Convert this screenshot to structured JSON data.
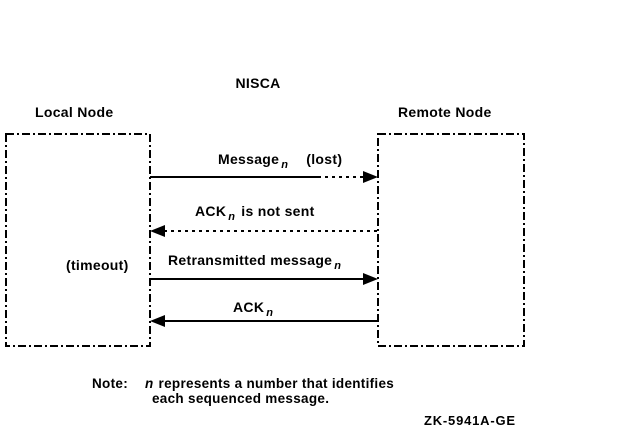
{
  "figure": {
    "title": "NISCA",
    "nodes": {
      "local": "Local Node",
      "remote": "Remote Node"
    },
    "timeout_label": "(timeout)",
    "messages": [
      {
        "name": "message",
        "pre": "Message",
        "sub": "n",
        "post": "",
        "annotation": "(lost)",
        "direction": "local-to-remote",
        "line_style": "solid then dotted"
      },
      {
        "name": "ack-not-sent",
        "pre": "ACK",
        "sub": "n",
        "post": "is not sent",
        "annotation": "",
        "direction": "remote-to-local",
        "line_style": "dotted"
      },
      {
        "name": "retransmitted-message",
        "pre": "Retransmitted message",
        "sub": "n",
        "post": "",
        "annotation": "",
        "direction": "local-to-remote",
        "line_style": "solid"
      },
      {
        "name": "ack",
        "pre": "ACK",
        "sub": "n",
        "post": "",
        "annotation": "",
        "direction": "remote-to-local",
        "line_style": "solid"
      }
    ],
    "note": {
      "label": "Note:",
      "term": "n",
      "line1": "represents a number that identifies",
      "line2": "each sequenced message."
    },
    "figure_code": "ZK-5941A-GE",
    "colors": {
      "ink": "#000000",
      "background": "#ffffff"
    }
  }
}
